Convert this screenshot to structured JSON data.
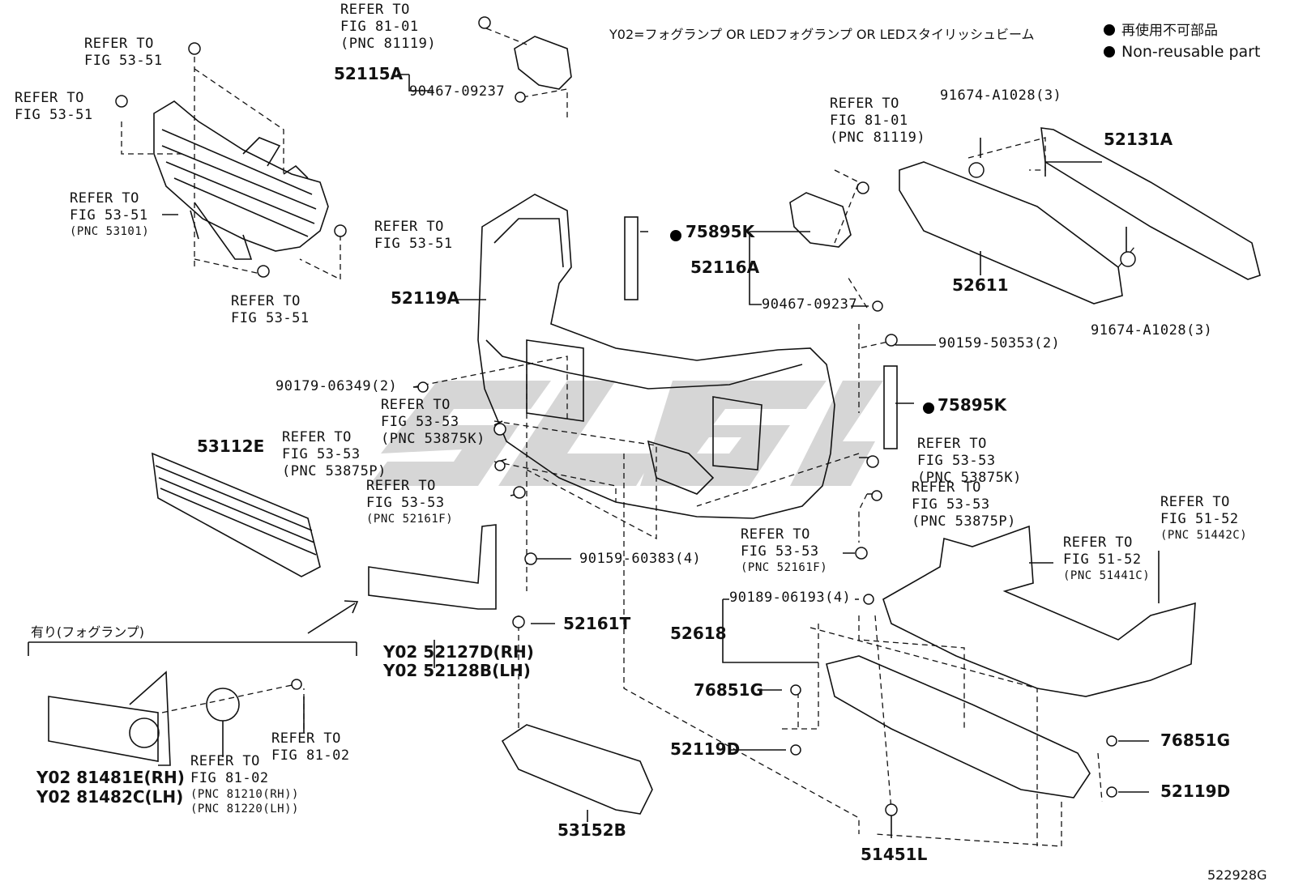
{
  "header": {
    "variant_note": "Y02=フォグランプ OR LEDフォグランプ OR LEDスタイリッシュビーム",
    "legend": {
      "symbol_label_jp": "再使用不可部品",
      "symbol_label_en": "Non-reusable part"
    }
  },
  "fog_lamp_box_title": "有り(フォグランプ)",
  "figure_number": "522928G",
  "callouts": {
    "ref_53_51_a": [
      "REFER TO",
      "FIG 53-51"
    ],
    "ref_53_51_b": [
      "REFER TO",
      "FIG 53-51"
    ],
    "ref_53_51_c": [
      "REFER TO",
      "FIG 53-51",
      "(PNC 53101)"
    ],
    "ref_53_51_d": [
      "REFER TO",
      "FIG 53-51"
    ],
    "ref_53_51_e": [
      "REFER TO",
      "FIG 53-51"
    ],
    "ref_81_01_a": [
      "REFER TO",
      "FIG 81-01",
      "(PNC 81119)"
    ],
    "ref_81_01_b": [
      "REFER TO",
      "FIG 81-01",
      "(PNC 81119)"
    ],
    "ref_53_53_875K_a": [
      "REFER TO",
      "FIG 53-53",
      "(PNC 53875K)"
    ],
    "ref_53_53_875P_a": [
      "REFER TO",
      "FIG 53-53",
      "(PNC 53875P)"
    ],
    "ref_53_53_161F_a": [
      "REFER TO",
      "FIG 53-53",
      "(PNC 52161F)"
    ],
    "ref_53_53_875K_b": [
      "REFER TO",
      "FIG 53-53",
      "(PNC 53875K)"
    ],
    "ref_53_53_875P_b": [
      "REFER TO",
      "FIG 53-53",
      "(PNC 53875P)"
    ],
    "ref_53_53_161F_b": [
      "REFER TO",
      "FIG 53-53",
      "(PNC 52161F)"
    ],
    "ref_51_52_442C": [
      "REFER TO",
      "FIG 51-52",
      "(PNC 51442C)"
    ],
    "ref_51_52_441C": [
      "REFER TO",
      "FIG 51-52",
      "(PNC 51441C)"
    ],
    "ref_81_02_a": [
      "REFER TO",
      "FIG 81-02"
    ],
    "ref_81_02_b": [
      "REFER TO",
      "FIG 81-02",
      "(PNC 81210(RH))",
      "(PNC 81220(LH))"
    ]
  },
  "parts": {
    "p52115A": "52115A",
    "p90467_top": "90467-09237",
    "p52119A": "52119A",
    "p75895K_top": "75895K",
    "p75895K_bot": "75895K",
    "p52116A": "52116A",
    "p90467_mid": "90467-09237",
    "p91674_top": "91674-A1028(3)",
    "p91674_bot": "91674-A1028(3)",
    "p52131A": "52131A",
    "p52611": "52611",
    "p90159_50353": "90159-50353(2)",
    "p90179": "90179-06349(2)",
    "p53112E": "53112E",
    "p90159_60383": "90159-60383(4)",
    "p52161T": "52161T",
    "p52127D": "Y02 52127D(RH)",
    "p52128B": "Y02 52128B(LH)",
    "p90189": "90189-06193(4)",
    "p52618": "52618",
    "p76851G_a": "76851G",
    "p76851G_b": "76851G",
    "p52119D_a": "52119D",
    "p52119D_b": "52119D",
    "p51451L": "51451L",
    "p53152B": "53152B",
    "p81481E": "Y02 81481E(RH)",
    "p81482C": "Y02 81482C(LH)"
  },
  "colors": {
    "line": "#111111",
    "watermark": "#c8c8c8",
    "background": "#ffffff"
  }
}
